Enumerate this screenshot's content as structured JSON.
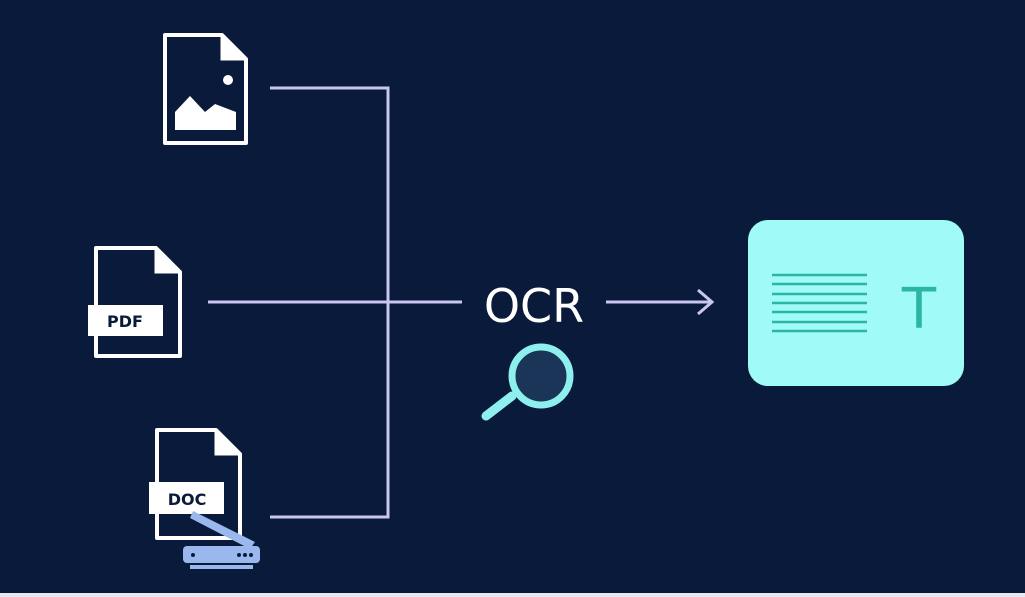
{
  "inputs": {
    "pdf_label": "PDF",
    "doc_label": "DOC"
  },
  "process": {
    "label": "OCR"
  },
  "output": {
    "glyph": "T"
  },
  "colors": {
    "background": "#0a1a3a",
    "connector": "#c8c6f2",
    "accent": "#8ef0ee",
    "card": "#a0fbf7",
    "card_text": "#2ab5a5",
    "scanner": "#9bb8ee"
  }
}
